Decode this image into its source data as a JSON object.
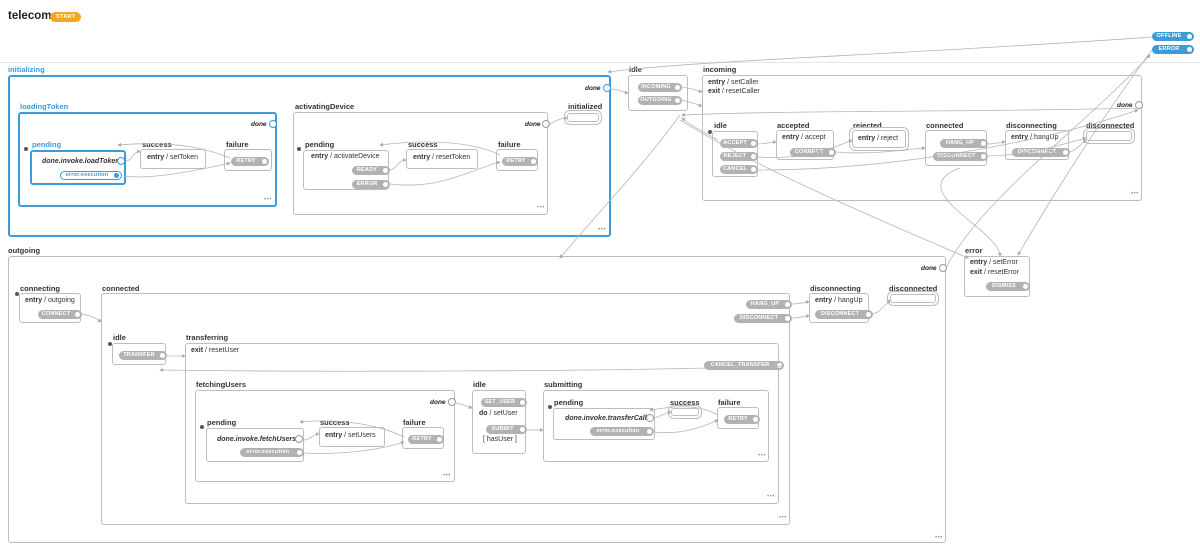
{
  "machine": {
    "title": "telecom",
    "badge": "START"
  },
  "global_events": {
    "offline": "OFFLINE",
    "error": "ERROR"
  },
  "initializing": {
    "label": "initializing",
    "done": "done",
    "loadingToken": {
      "label": "loadingToken",
      "done": "done",
      "pending": {
        "label": "pending",
        "invoke": "done.invoke.loadToken",
        "error": "error.execution"
      },
      "success": {
        "label": "success",
        "entry_kw": "entry",
        "entry_val": "setToken"
      },
      "failure": {
        "label": "failure",
        "retry": "RETRY"
      }
    },
    "activatingDevice": {
      "label": "activatingDevice",
      "done": "done",
      "pending": {
        "label": "pending",
        "entry_kw": "entry",
        "entry_val": "activateDevice",
        "ready": "READY",
        "error": "ERROR"
      },
      "success": {
        "label": "success",
        "entry_kw": "entry",
        "entry_val": "resetToken"
      },
      "failure": {
        "label": "failure",
        "retry": "RETRY"
      }
    },
    "initialized": {
      "label": "initialized"
    }
  },
  "idle": {
    "label": "idle",
    "incoming": "INCOMING",
    "outgoing": "OUTGOING"
  },
  "incoming": {
    "label": "incoming",
    "entry_kw": "entry",
    "entry_val": "setCaller",
    "exit_kw": "exit",
    "exit_val": "resetCaller",
    "done": "done",
    "idle": {
      "label": "idle",
      "accept": "ACCEPT",
      "reject": "REJECT",
      "cancel": "CANCEL"
    },
    "accepted": {
      "label": "accepted",
      "entry_kw": "entry",
      "entry_val": "accept",
      "connect": "CONNECT"
    },
    "rejected": {
      "label": "rejected",
      "entry_kw": "entry",
      "entry_val": "reject"
    },
    "connected": {
      "label": "connected",
      "hang_up": "HANG_UP",
      "disconnect": "DISCONNECT"
    },
    "disconnecting": {
      "label": "disconnecting",
      "entry_kw": "entry",
      "entry_val": "hangUp",
      "disconnect": "DISCONNECT"
    },
    "disconnected": {
      "label": "disconnected"
    }
  },
  "error_state": {
    "label": "error",
    "entry_kw": "entry",
    "entry_val": "setError",
    "exit_kw": "exit",
    "exit_val": "resetError",
    "dismiss": "DISMISS"
  },
  "outgoing": {
    "label": "outgoing",
    "done": "done",
    "connecting": {
      "label": "connecting",
      "entry_kw": "entry",
      "entry_val": "outgoing",
      "connect": "CONNECT"
    },
    "connected": {
      "label": "connected",
      "hang_up": "HANG_UP",
      "disconnect": "DISCONNECT",
      "idle": {
        "label": "idle",
        "transfer": "TRANSFER"
      },
      "transferring": {
        "label": "transferring",
        "exit_kw": "exit",
        "exit_val": "resetUser",
        "cancel_transfer": "CANCEL_TRANSFER",
        "fetchingUsers": {
          "label": "fetchingUsers",
          "done": "done",
          "pending": {
            "label": "pending",
            "invoke": "done.invoke.fetchUsers",
            "error": "error.execution"
          },
          "success": {
            "label": "success",
            "entry_kw": "entry",
            "entry_val": "setUsers"
          },
          "failure": {
            "label": "failure",
            "retry": "RETRY"
          }
        },
        "idle": {
          "label": "idle",
          "set_user": "SET_USER",
          "do_kw": "do",
          "do_val": "setUser",
          "submit": "SUBMIT",
          "guard": "[ hasUser ]"
        },
        "submitting": {
          "label": "submitting",
          "pending": {
            "label": "pending",
            "invoke": "done.invoke.transferCall",
            "error": "error.execution"
          },
          "success": {
            "label": "success"
          },
          "failure": {
            "label": "failure",
            "retry": "RETRY"
          }
        }
      }
    },
    "disconnecting": {
      "label": "disconnecting",
      "entry_kw": "entry",
      "entry_val": "hangUp",
      "disconnect": "DISCONNECT"
    },
    "disconnected": {
      "label": "disconnected"
    }
  },
  "colors": {
    "active": "#3c9bd8",
    "badge": "#f5a623",
    "event": "#b2b2b2",
    "border": "#bdbdbd"
  }
}
